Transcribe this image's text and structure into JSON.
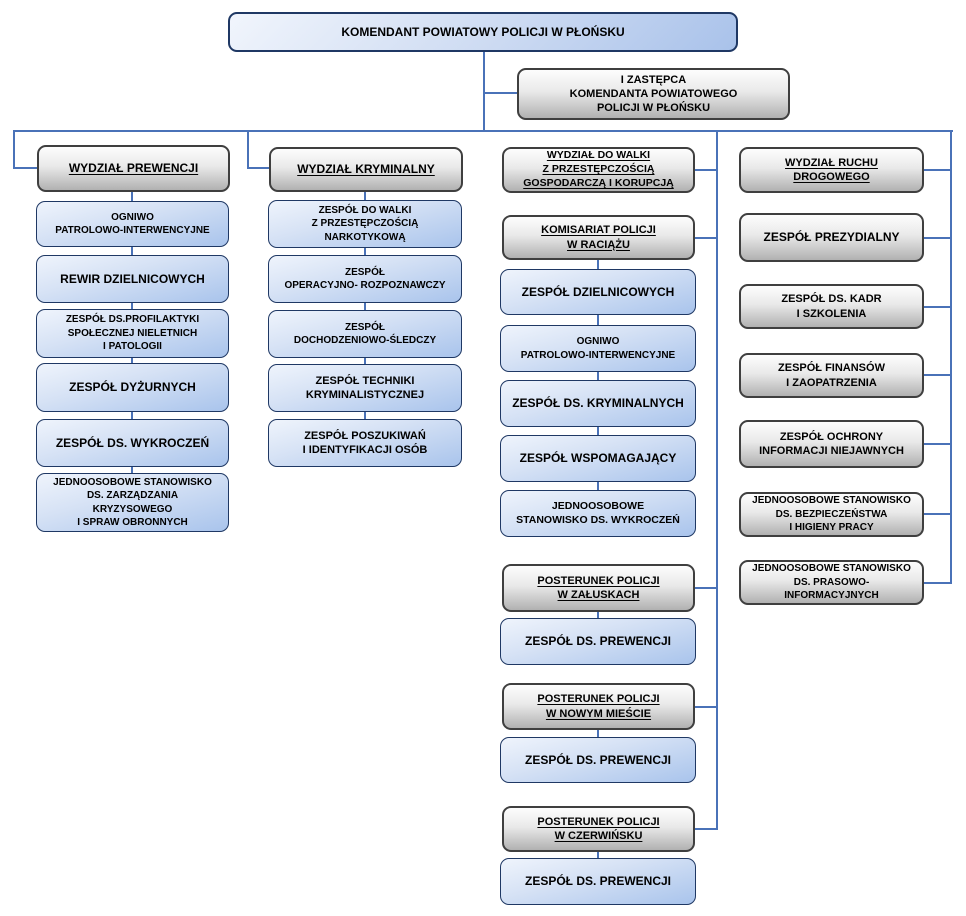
{
  "colors": {
    "connector_line": "#4a72b8",
    "blue_box_border": "#1f3864",
    "blue_box_fill_top": "#eff4fc",
    "blue_box_fill_bottom": "#a9c4ec",
    "gray_box_border": "#3f3f3f",
    "gray_box_fill_top": "#fdfdfd",
    "gray_box_fill_bottom": "#b1b1b1",
    "text": "#000000"
  },
  "root": "KOMENDANT POWIATOWY POLICJI W PŁOŃSKU",
  "deputy": "I ZASTĘPCA\nKOMENDANTA POWIATOWEGO\nPOLICJI W PŁOŃSKU",
  "prewencja": {
    "header": "WYDZIAŁ PREWENCJI",
    "units": [
      "OGNIWO\nPATROLOWO-INTERWENCYJNE",
      "REWIR DZIELNICOWYCH",
      "ZESPÓŁ DS.PROFILAKTYKI\nSPOŁECZNEJ NIELETNICH\nI PATOLOGII",
      "ZESPÓŁ DYŻURNYCH",
      "ZESPÓŁ DS. WYKROCZEŃ",
      "JEDNOOSOBOWE STANOWISKO\nDS. ZARZĄDZANIA\nKRYZYSOWEGO\nI SPRAW OBRONNYCH"
    ]
  },
  "kryminalny": {
    "header": "WYDZIAŁ KRYMINALNY",
    "units": [
      "ZESPÓŁ DO WALKI\nZ PRZESTĘPCZOŚCIĄ\nNARKOTYKOWĄ",
      "ZESPÓŁ\nOPERACYJNO- ROZPOZNAWCZY",
      "ZESPÓŁ\nDOCHODZENIOWO-ŚLEDCZY",
      "ZESPÓŁ TECHNIKI\nKRYMINALISTYCZNEJ",
      "ZESPÓŁ POSZUKIWAŃ\nI IDENTYFIKACJI OSÓB"
    ]
  },
  "gospodarczy": {
    "header": "WYDZIAŁ DO WALKI\nZ PRZESTĘPCZOŚCIĄ\nGOSPODARCZĄ I KORUPCJĄ"
  },
  "komisariat": {
    "header": "KOMISARIAT POLICJI\nW RACIĄŻU",
    "units": [
      "ZESPÓŁ DZIELNICOWYCH",
      "OGNIWO\nPATROLOWO-INTERWENCYJNE",
      "ZESPÓŁ DS. KRYMINALNYCH",
      "ZESPÓŁ WSPOMAGAJĄCY",
      "JEDNOOSOBOWE\nSTANOWISKO DS. WYKROCZEŃ"
    ]
  },
  "posterunki": [
    {
      "header": "POSTERUNEK POLICJI\nW ZAŁUSKACH",
      "unit": "ZESPÓŁ DS. PREWENCJI"
    },
    {
      "header": "POSTERUNEK POLICJI\nW NOWYM MIEŚCIE",
      "unit": "ZESPÓŁ DS. PREWENCJI"
    },
    {
      "header": "POSTERUNEK POLICJI\nW CZERWIŃSKU",
      "unit": "ZESPÓŁ DS. PREWENCJI"
    }
  ],
  "drogowy": {
    "header": "WYDZIAŁ RUCHU\nDROGOWEGO"
  },
  "sztabowe": [
    "ZESPÓŁ PREZYDIALNY",
    "ZESPÓŁ DS. KADR\nI SZKOLENIA",
    "ZESPÓŁ FINANSÓW\nI ZAOPATRZENIA",
    "ZESPÓŁ OCHRONY\nINFORMACJI NIEJAWNYCH",
    "JEDNOOSOBOWE STANOWISKO\nDS. BEZPIECZEŃSTWA\nI HIGIENY PRACY",
    "JEDNOOSOBOWE STANOWISKO\nDS. PRASOWO-\nINFORMACYJNYCH"
  ]
}
